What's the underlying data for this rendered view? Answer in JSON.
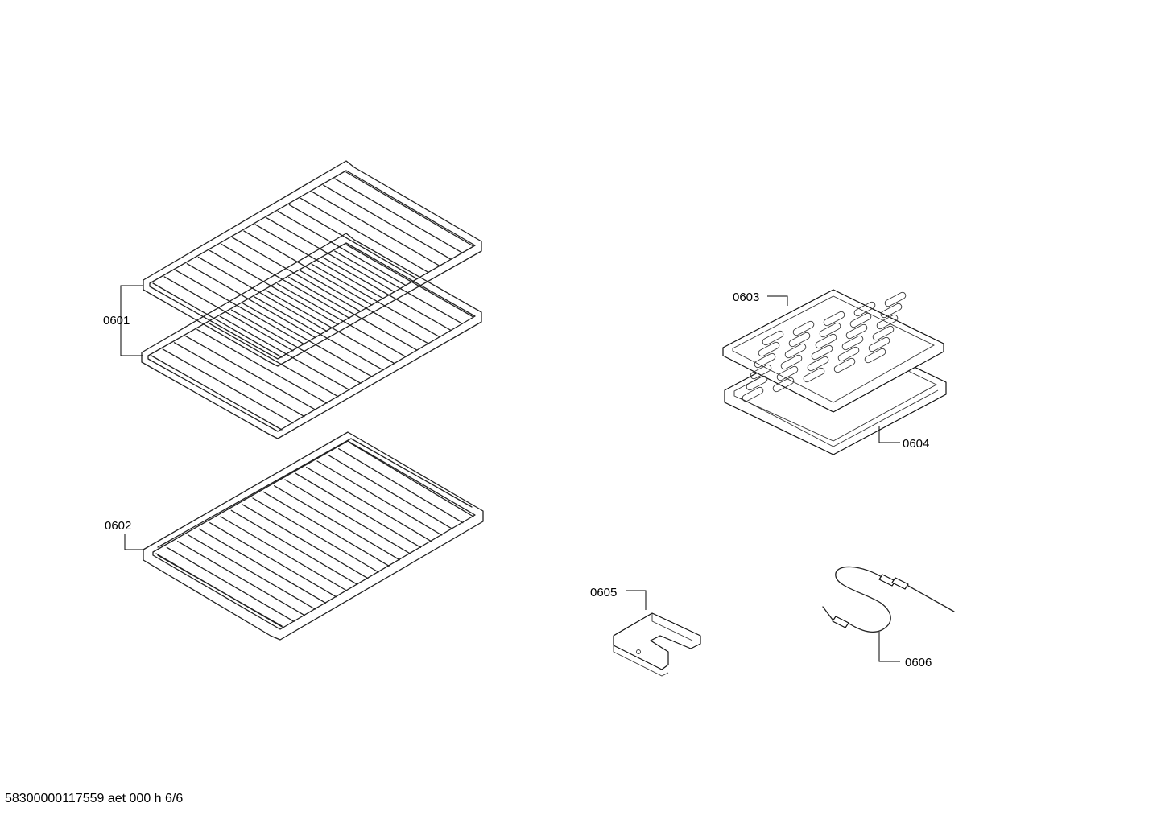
{
  "parts": [
    {
      "number": "0601",
      "type": "oven-rack-flat"
    },
    {
      "number": "0602",
      "type": "oven-rack-sliding"
    },
    {
      "number": "0603",
      "type": "broil-pan-grid"
    },
    {
      "number": "0604",
      "type": "broil-pan"
    },
    {
      "number": "0605",
      "type": "bracket"
    },
    {
      "number": "0606",
      "type": "meat-probe"
    }
  ],
  "footer": {
    "code": "58300000117559 aet 000 h 6/6"
  },
  "colors": {
    "line": "#000000",
    "background": "#ffffff"
  }
}
